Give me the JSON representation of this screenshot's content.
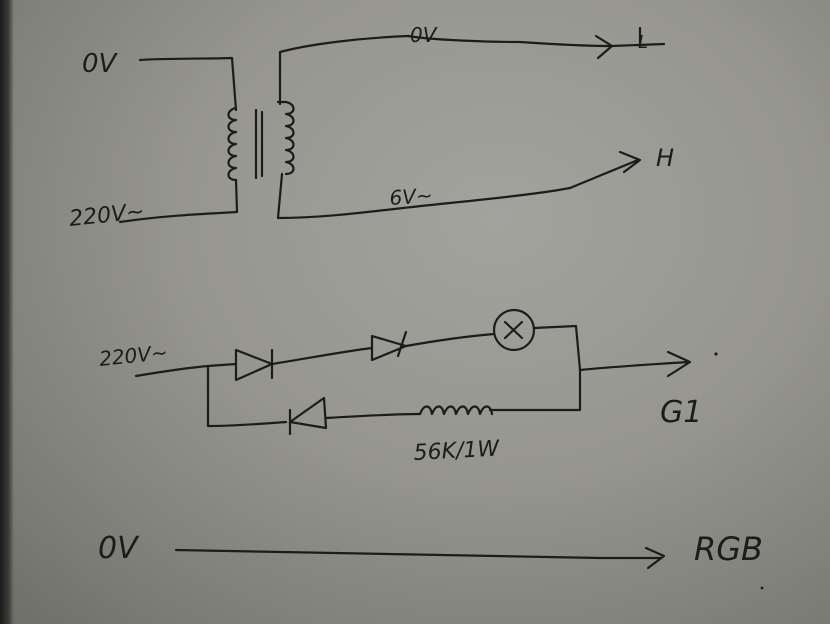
{
  "transformer": {
    "primary_top_label": "0V",
    "primary_bottom_label": "220V~",
    "secondary_top_label": "0V",
    "secondary_bottom_label": "6V~",
    "out_top_label": "L",
    "out_bottom_label": "H"
  },
  "lamp_circuit": {
    "input_label": "220V~",
    "resistor_label": "56K/1W",
    "output_label": "G1"
  },
  "rgb_line": {
    "start_label": "0V",
    "end_label": "RGB"
  }
}
